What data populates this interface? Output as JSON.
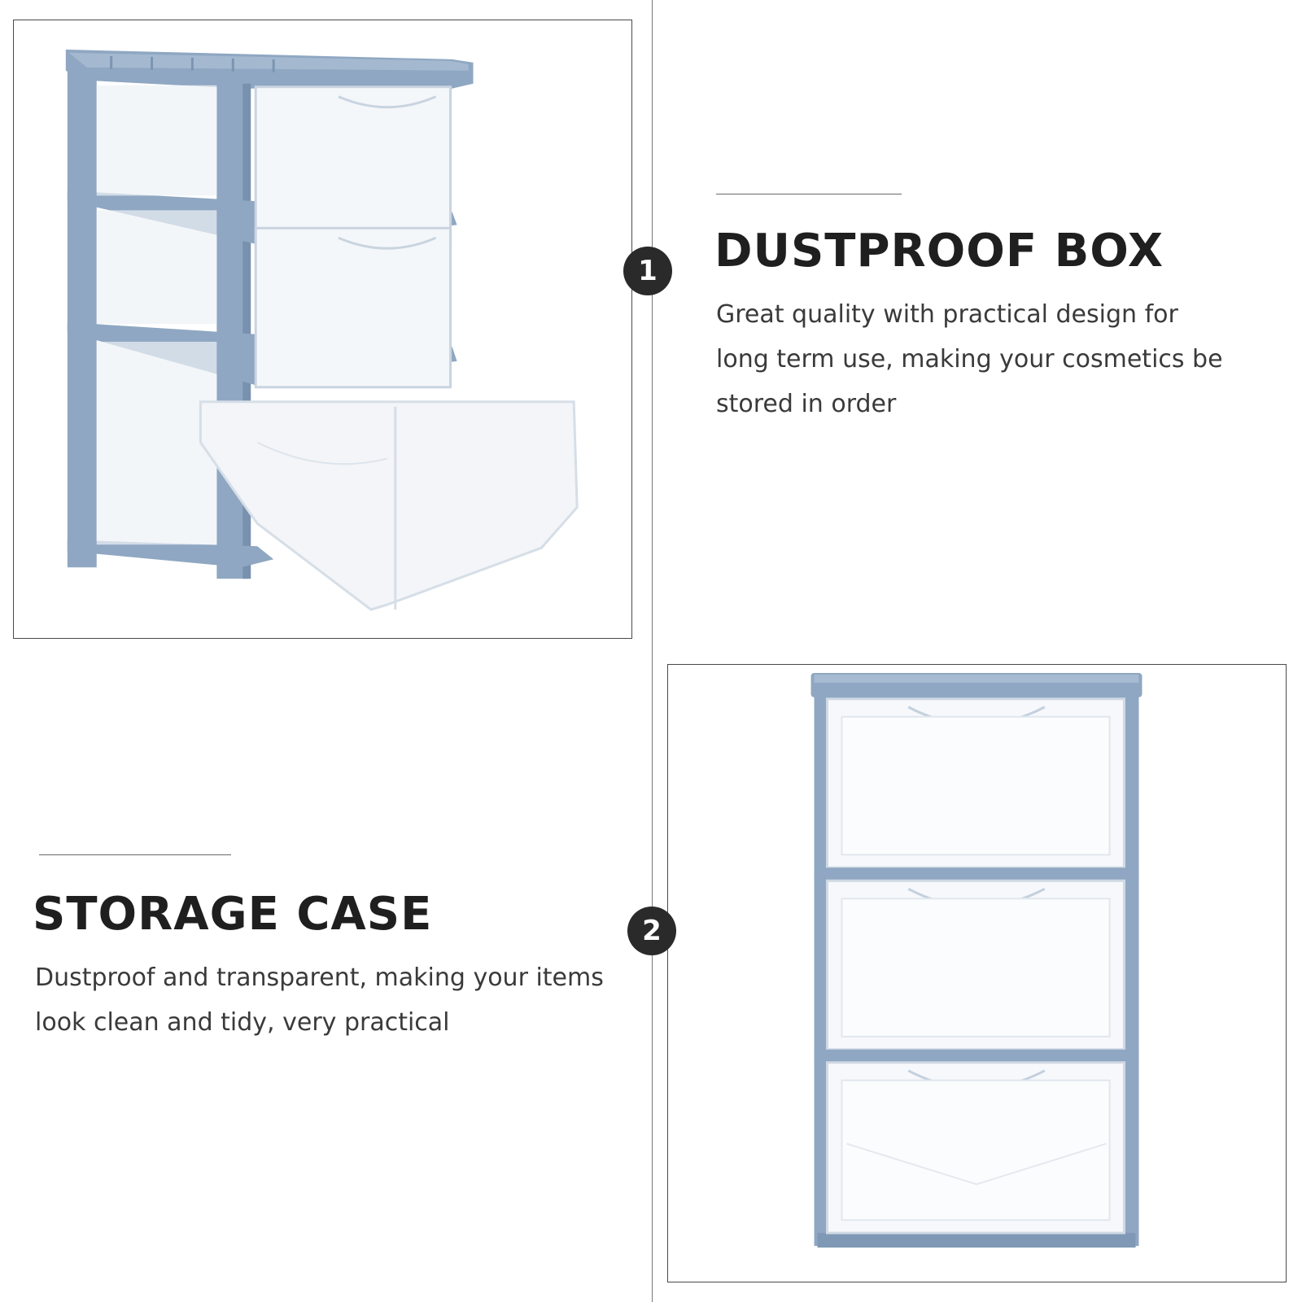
{
  "colors": {
    "frame_blue": "#8fa7c2",
    "frame_blue_dark": "#6f8aa9",
    "badge_bg": "#2a2a2a",
    "heading_text": "#1f1f1f",
    "body_text": "#3a3a3a"
  },
  "feature_1": {
    "badge_number": "1",
    "heading": "DUSTPROOF BOX",
    "description": "Great quality with practical design for long term use, making your cosmetics be stored in order",
    "image": "storage-drawer-angled-open-photo"
  },
  "feature_2": {
    "badge_number": "2",
    "heading": "STORAGE CASE",
    "description": "Dustproof and transparent, making your items look clean and tidy, very practical",
    "image": "storage-drawer-front-photo"
  }
}
